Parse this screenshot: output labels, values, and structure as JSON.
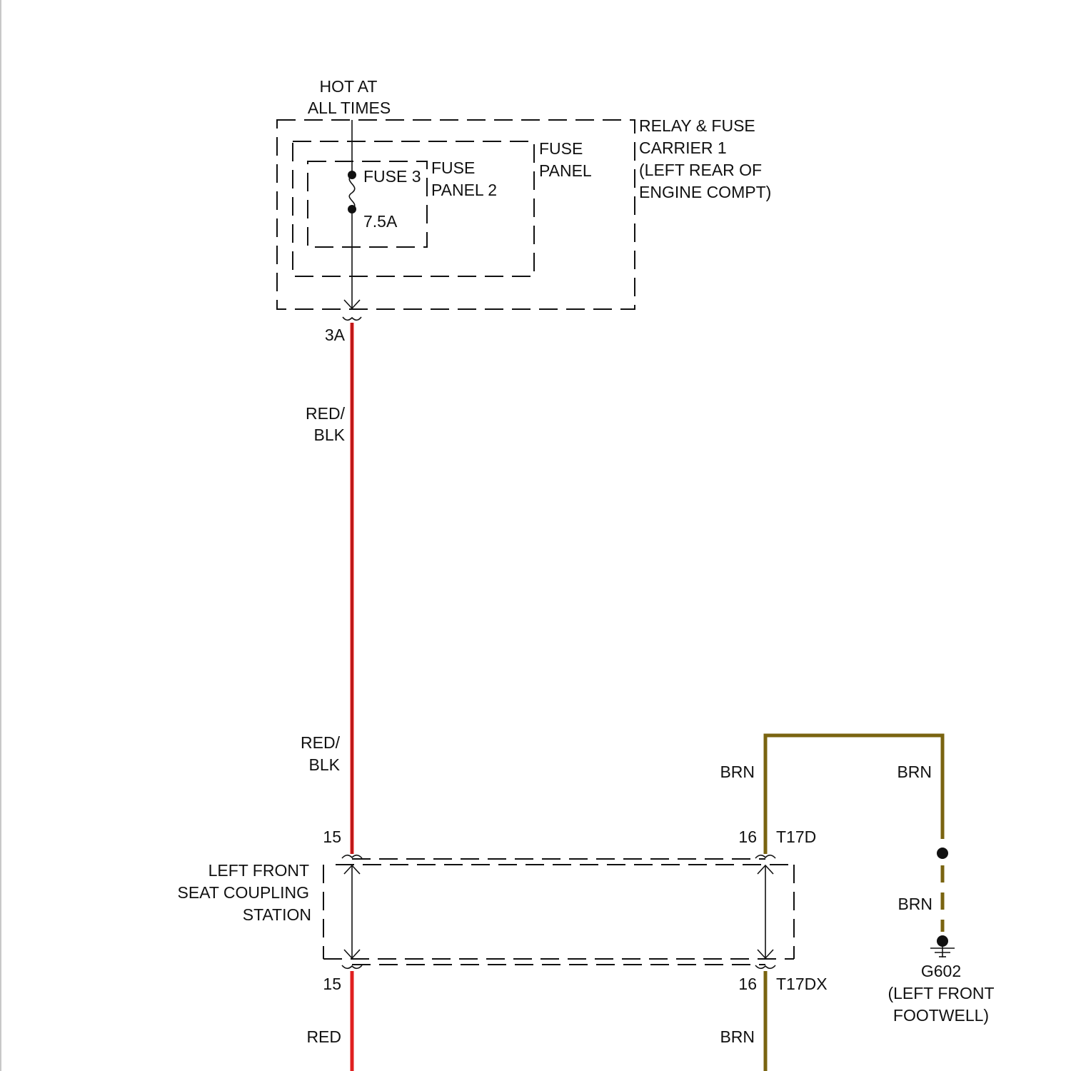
{
  "source": {
    "line1": "HOT AT",
    "line2": "ALL TIMES"
  },
  "relay_fuse_carrier": {
    "line1": "RELAY & FUSE",
    "line2": "CARRIER 1",
    "line3": "(LEFT REAR OF",
    "line4": "ENGINE COMPT)"
  },
  "fuse_panel": {
    "line1": "FUSE",
    "line2": "PANEL"
  },
  "fuse_panel_2": {
    "line1": "FUSE",
    "line2": "PANEL 2"
  },
  "fuse": {
    "name": "FUSE 3",
    "rating": "7.5A"
  },
  "wires": {
    "red_blk_upper_1": "RED/",
    "red_blk_upper_2": "BLK",
    "red_blk_lower_1": "RED/",
    "red_blk_lower_2": "BLK",
    "red": "RED",
    "brn_left_upper": "BRN",
    "brn_right_upper": "BRN",
    "brn_ground": "BRN",
    "brn_lower": "BRN"
  },
  "terminals": {
    "fuse_out": "3A",
    "pin15_top": "15",
    "pin16_top": "16",
    "pin15_bottom": "15",
    "pin16_bottom": "16"
  },
  "connectors": {
    "top": "T17D",
    "bottom": "T17DX"
  },
  "coupling_station": {
    "line1": "LEFT FRONT",
    "line2": "SEAT COUPLING",
    "line3": "STATION"
  },
  "ground": {
    "id": "G602",
    "line1": "(LEFT FRONT",
    "line2": "FOOTWELL)"
  },
  "colors": {
    "red_wire": "#e02020",
    "red_blk_stripe": "#8a1010",
    "brn_wire": "#7a6410",
    "ink": "#111111"
  }
}
